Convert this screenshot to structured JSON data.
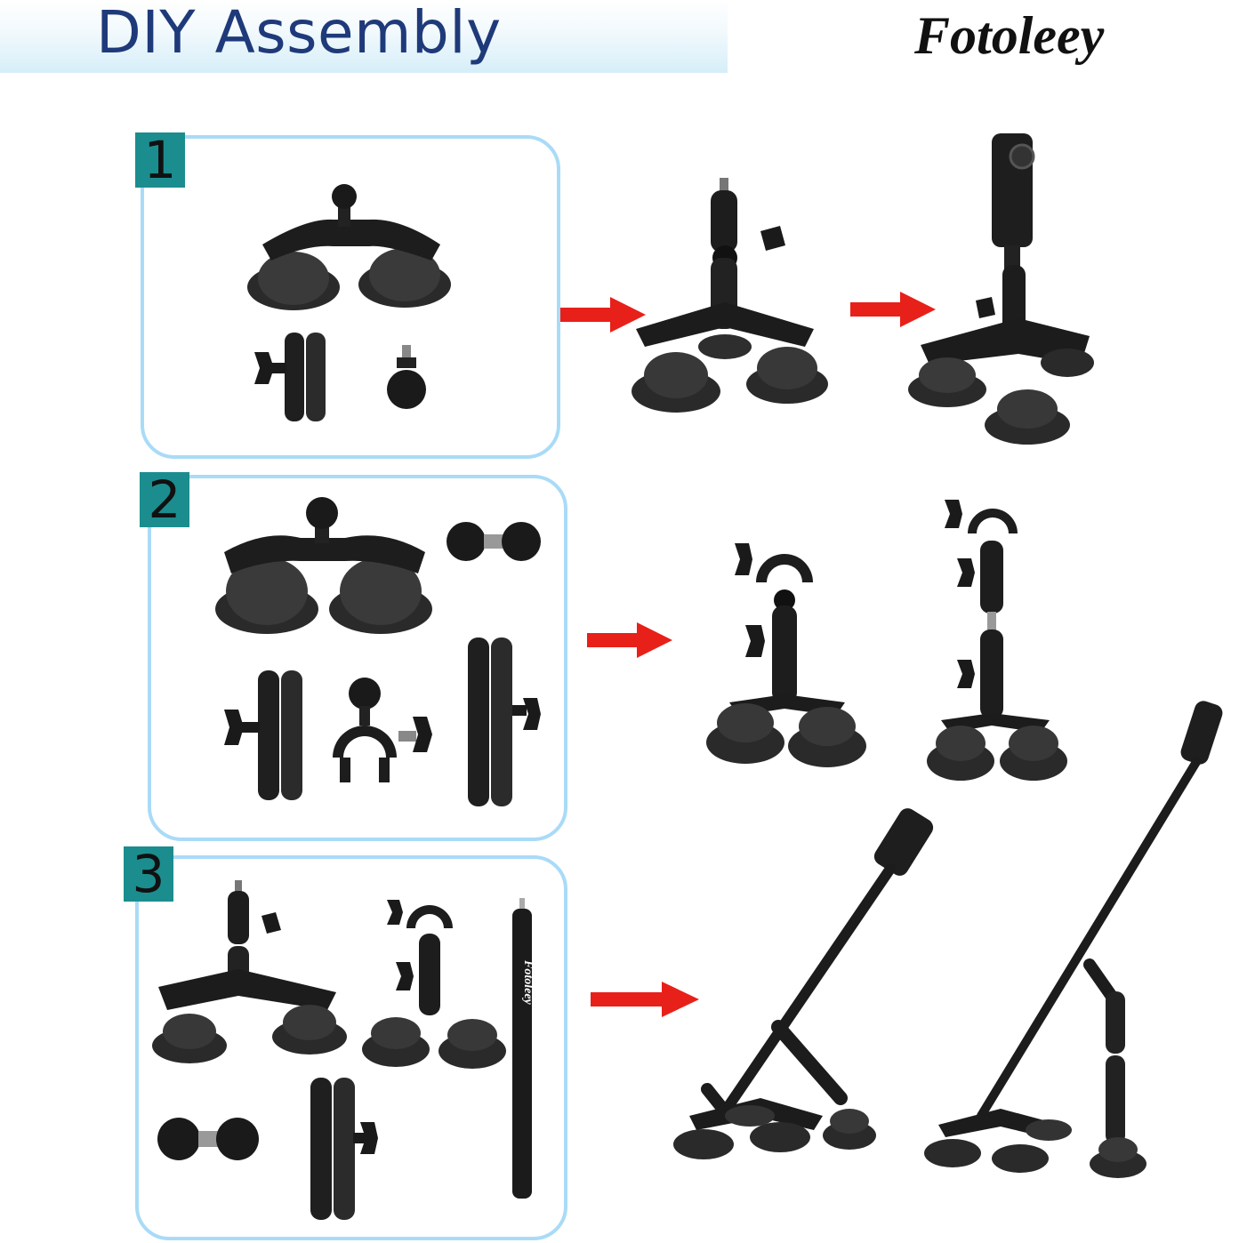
{
  "header": {
    "title": "DIY Assembly",
    "brand": "Fotoleey"
  },
  "steps": [
    {
      "number": "1"
    },
    {
      "number": "2"
    },
    {
      "number": "3"
    }
  ],
  "pole_label": "Fotoleey",
  "colors": {
    "title": "#1f3a7a",
    "header_gradient_end": "#d6eef8",
    "panel_border": "#a9dbf7",
    "step_badge": "#1b8d8e",
    "arrow": "#e8201a",
    "mount": "#1d1d1d"
  },
  "icons": [
    "right-arrow-icon"
  ]
}
